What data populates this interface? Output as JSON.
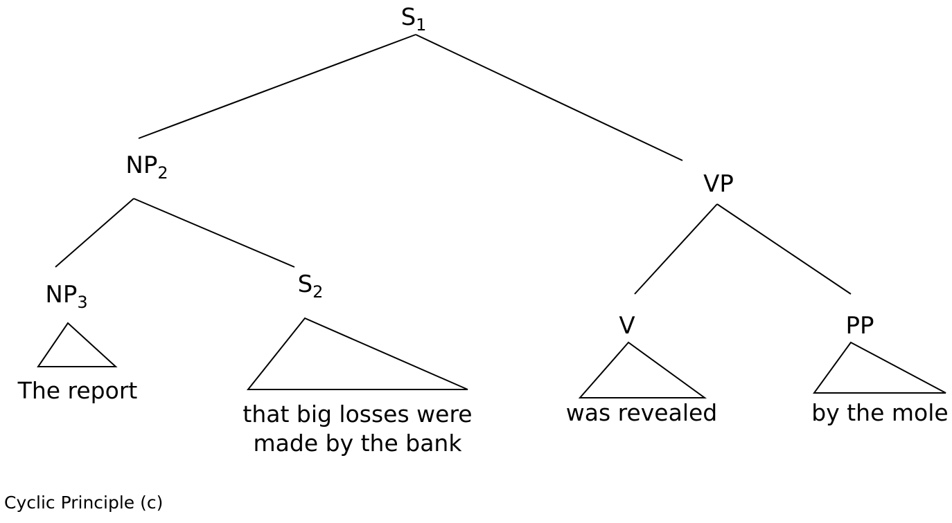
{
  "tree": {
    "nodes": {
      "s1": {
        "base": "S",
        "sub": "1"
      },
      "np2": {
        "base": "NP",
        "sub": "2"
      },
      "vp": {
        "base": "VP",
        "sub": ""
      },
      "np3": {
        "base": "NP",
        "sub": "3"
      },
      "s2": {
        "base": "S",
        "sub": "2"
      },
      "v": {
        "base": "V",
        "sub": ""
      },
      "pp": {
        "base": "PP",
        "sub": ""
      }
    },
    "leaves": {
      "np3": [
        "The report"
      ],
      "s2": [
        "that big losses were",
        "made by the bank"
      ],
      "v": [
        "was revealed"
      ],
      "pp": [
        "by the mole"
      ]
    }
  },
  "caption": "Cyclic Principle (c)"
}
